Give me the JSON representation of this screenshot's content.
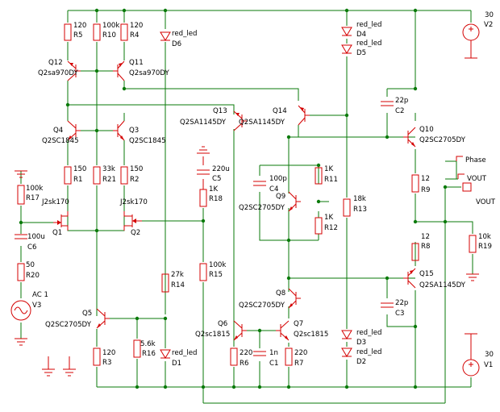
{
  "labels": {
    "r5": [
      "120",
      "R5"
    ],
    "r10": [
      "100k",
      "R10"
    ],
    "r4": [
      "120",
      "R4"
    ],
    "d6": [
      "red_led",
      "D6"
    ],
    "q12": [
      "Q12",
      "Q2sa970DY"
    ],
    "q11": [
      "Q11",
      "Q2sa970DY"
    ],
    "d4": [
      "red_led",
      "D4"
    ],
    "d5": [
      "red_led",
      "D5"
    ],
    "v2": [
      "30",
      "V2"
    ],
    "q4": [
      "Q4",
      "Q2SC1845"
    ],
    "q3": [
      "Q3",
      "Q2SC1845"
    ],
    "q13": [
      "Q13",
      "Q2SA1145DY"
    ],
    "q14": [
      "Q14",
      "Q2SA1145DY"
    ],
    "c2": [
      "22p",
      "C2"
    ],
    "q10": [
      "Q10",
      "Q2SC2705DY"
    ],
    "r1": [
      "150",
      "R1"
    ],
    "r21": [
      "33k",
      "R21"
    ],
    "r2": [
      "150",
      "R2"
    ],
    "c5": [
      "220u",
      "C5"
    ],
    "r18": [
      "1K",
      "R18"
    ],
    "c4": [
      "100p",
      "C4"
    ],
    "r11": [
      "1K",
      "R11"
    ],
    "q9": [
      "Q9",
      "Q2SC2705DY"
    ],
    "r12": [
      "1K",
      "R12"
    ],
    "r9": [
      "12",
      "R9"
    ],
    "phase": "Phase",
    "vout1": "VOUT",
    "vout2": "VOUT",
    "r17": [
      "100k",
      "R17"
    ],
    "q1": [
      "J2sk170",
      "Q1"
    ],
    "q2": [
      "J2sk170",
      "Q2"
    ],
    "r13": [
      "18k",
      "R13"
    ],
    "c6": [
      "100u",
      "C6"
    ],
    "r8": [
      "12",
      "R8"
    ],
    "r19": [
      "10k",
      "R19"
    ],
    "r20": [
      "50",
      "R20"
    ],
    "r14": [
      "27k",
      "R14"
    ],
    "r15": [
      "100k",
      "R15"
    ],
    "q15": [
      "Q15",
      "Q2SA1145DY"
    ],
    "v3": [
      "AC 1",
      "V3"
    ],
    "q8": [
      "Q8",
      "Q2SC2705DY"
    ],
    "c3": [
      "22p",
      "C3"
    ],
    "q5": [
      "Q5",
      "Q2SC2705DY"
    ],
    "q6": [
      "Q6",
      "Q2sc1815"
    ],
    "q7": [
      "Q7",
      "Q2sc1815"
    ],
    "r16": [
      "5.6k",
      "R16"
    ],
    "r3": [
      "120",
      "R3"
    ],
    "d1": [
      "red_led",
      "D1"
    ],
    "r6": [
      "220",
      "R6"
    ],
    "c1": [
      "1n",
      "C1"
    ],
    "r7": [
      "220",
      "R7"
    ],
    "d3": [
      "red_led",
      "D3"
    ],
    "d2": [
      "red_led",
      "D2"
    ],
    "v1": [
      "30",
      "V1"
    ]
  }
}
